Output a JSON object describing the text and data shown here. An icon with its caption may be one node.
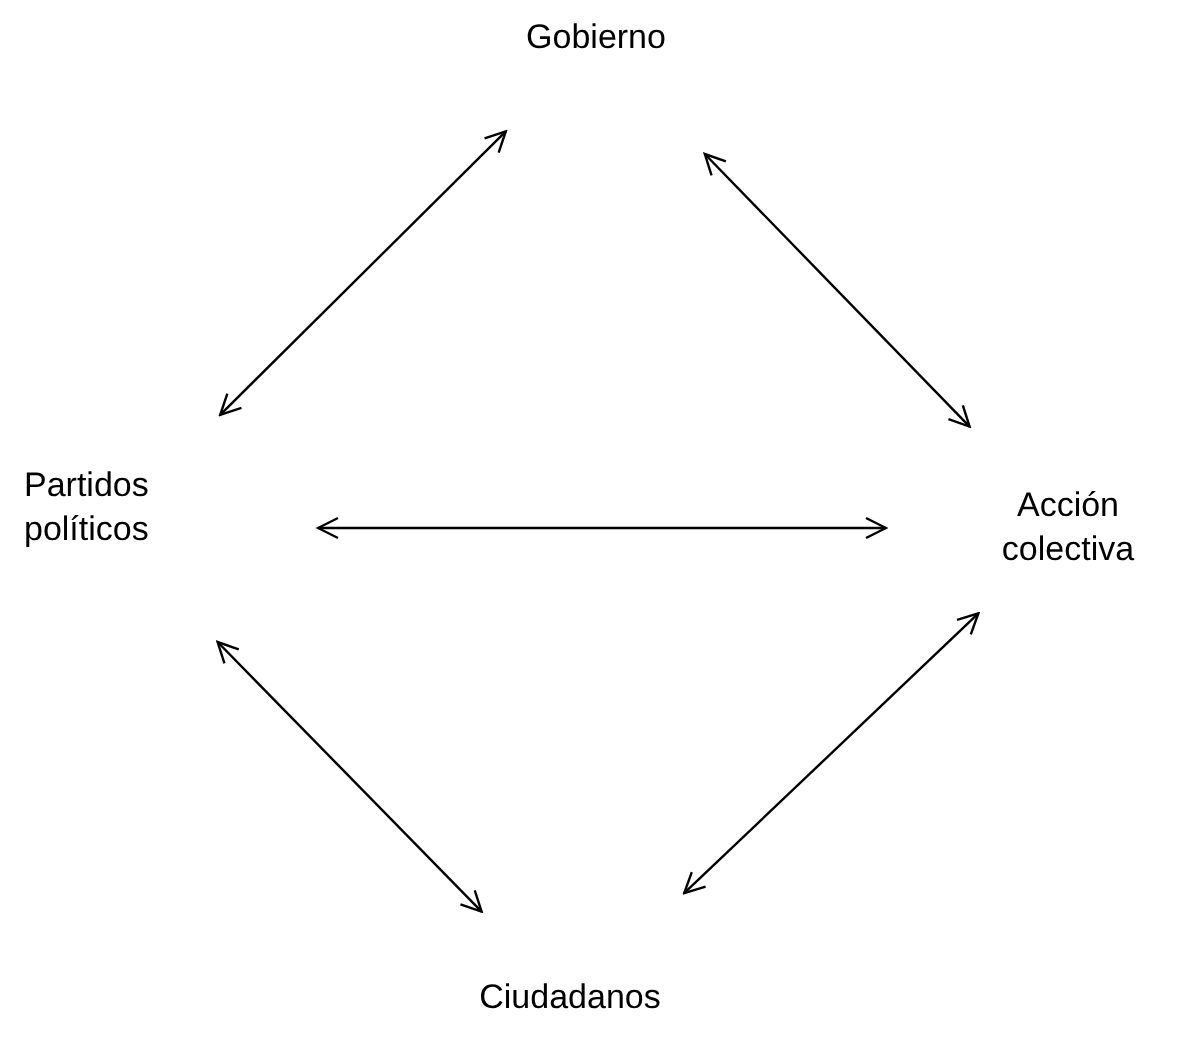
{
  "diagram": {
    "nodes": [
      {
        "text": [
          "Gobierno"
        ]
      },
      {
        "text": [
          "Partidos políticos"
        ]
      },
      {
        "text": [
          "Acción colectiva"
        ]
      },
      {
        "text": [
          "Ciudadanos"
        ]
      }
    ],
    "edges": [
      {
        "from": 0,
        "to": 1,
        "arrow": "both"
      },
      {
        "from": 0,
        "to": 2,
        "arrow": "both"
      },
      {
        "from": 1,
        "to": 2,
        "arrow": "both"
      },
      {
        "from": 1,
        "to": 3,
        "arrow": "both"
      },
      {
        "from": 2,
        "to": 3,
        "arrow": "both"
      }
    ]
  }
}
